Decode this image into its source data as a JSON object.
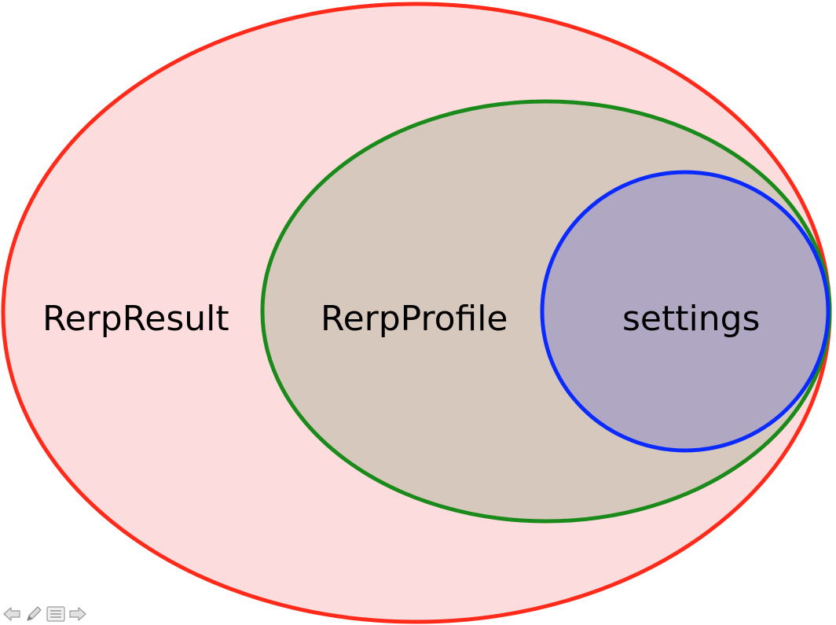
{
  "diagram": {
    "sets": [
      {
        "name": "RerpResult",
        "stroke": "#ff2a1a",
        "fill": "#fcdcdc"
      },
      {
        "name": "RerpProfile",
        "stroke": "#1a8a1a",
        "fill": "#d6c8bc"
      },
      {
        "name": "settings",
        "stroke": "#0a2aff",
        "fill": "#b0a8c2"
      }
    ],
    "labels": {
      "outer": "RerpResult",
      "middle": "RerpProfile",
      "inner": "settings"
    }
  },
  "toolbar": {
    "icons": [
      "arrow-left-icon",
      "pen-icon",
      "menu-icon",
      "arrow-right-icon"
    ]
  }
}
